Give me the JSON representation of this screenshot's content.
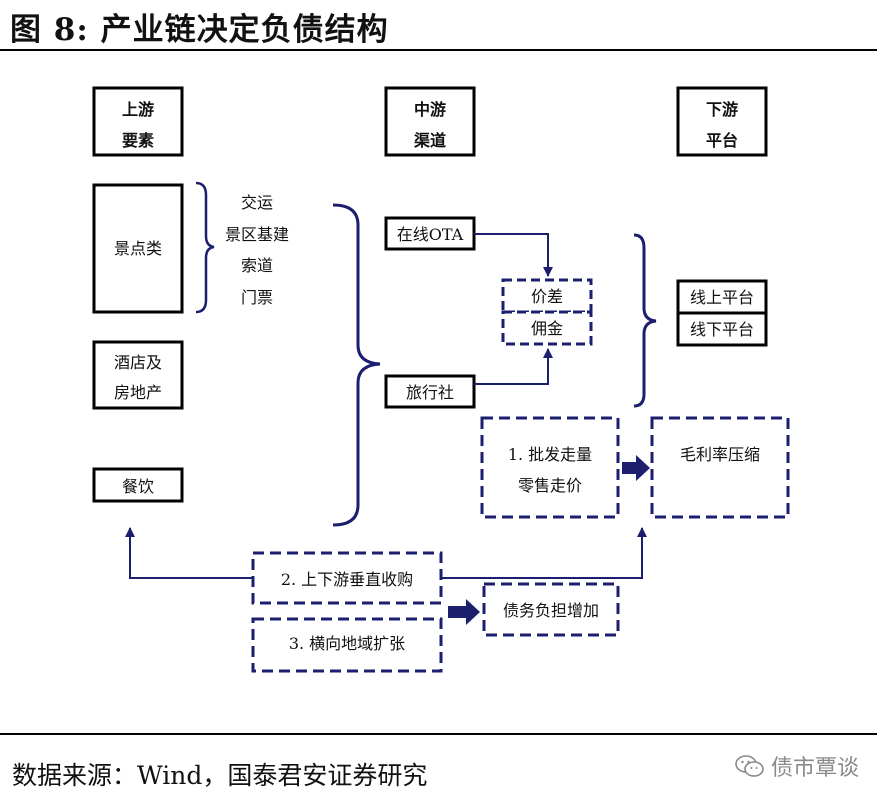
{
  "title": "图 8:  产业链决定负债结构",
  "source": "数据来源：Wind，国泰君安证券研究",
  "watermark": "债市覃谈",
  "colors": {
    "navy": "#1b1f6e",
    "black": "#000000"
  },
  "headers": {
    "upstream": {
      "line1": "上游",
      "line2": "要素"
    },
    "midstream": {
      "line1": "中游",
      "line2": "渠道"
    },
    "downstream": {
      "line1": "下游",
      "line2": "平台"
    }
  },
  "upstream": {
    "scenic": "景点类",
    "scenic_items": [
      "交运",
      "景区基建",
      "索道",
      "门票"
    ],
    "hotel": {
      "line1": "酒店及",
      "line2": "房地产"
    },
    "catering": "餐饮"
  },
  "midstream": {
    "ota": "在线OTA",
    "agency": "旅行社",
    "price_gap": "价差",
    "commission": "佣金"
  },
  "downstream": {
    "online": "线上平台",
    "offline": "线下平台"
  },
  "outcomes": {
    "wholesale": {
      "line1": "1. 批发走量",
      "line2": "零售走价"
    },
    "margin": "毛利率压缩",
    "vertical": "2. 上下游垂直收购",
    "horizontal": "3. 横向地域扩张",
    "debt": "债务负担增加"
  }
}
